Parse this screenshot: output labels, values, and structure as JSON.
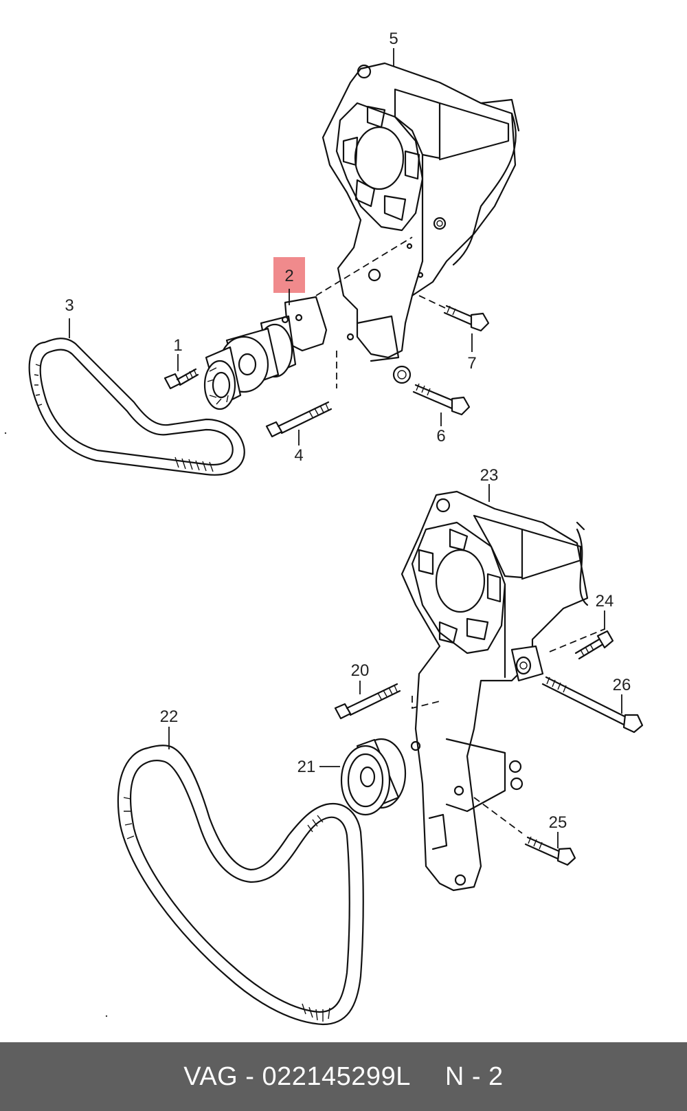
{
  "callouts": [
    {
      "id": "1",
      "text": "1"
    },
    {
      "id": "2",
      "text": "2",
      "highlighted": true
    },
    {
      "id": "3",
      "text": "3"
    },
    {
      "id": "4",
      "text": "4"
    },
    {
      "id": "5",
      "text": "5"
    },
    {
      "id": "6",
      "text": "6"
    },
    {
      "id": "7",
      "text": "7"
    },
    {
      "id": "20",
      "text": "20"
    },
    {
      "id": "21",
      "text": "21"
    },
    {
      "id": "22",
      "text": "22"
    },
    {
      "id": "23",
      "text": "23"
    },
    {
      "id": "24",
      "text": "24"
    },
    {
      "id": "25",
      "text": "25"
    },
    {
      "id": "26",
      "text": "26"
    }
  ],
  "colors": {
    "highlight": "#f08a8c",
    "footer_bg": "#5f5f5f",
    "footer_text": "#ffffff",
    "line": "#111111"
  },
  "footer": {
    "part_number": "VAG - 022145299L",
    "page_ref": "N - 2"
  }
}
